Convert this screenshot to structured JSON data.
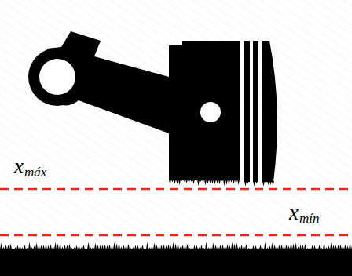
{
  "diagram": {
    "labels": [
      "x",
      "máx",
      "x",
      "mín"
    ]
  }
}
